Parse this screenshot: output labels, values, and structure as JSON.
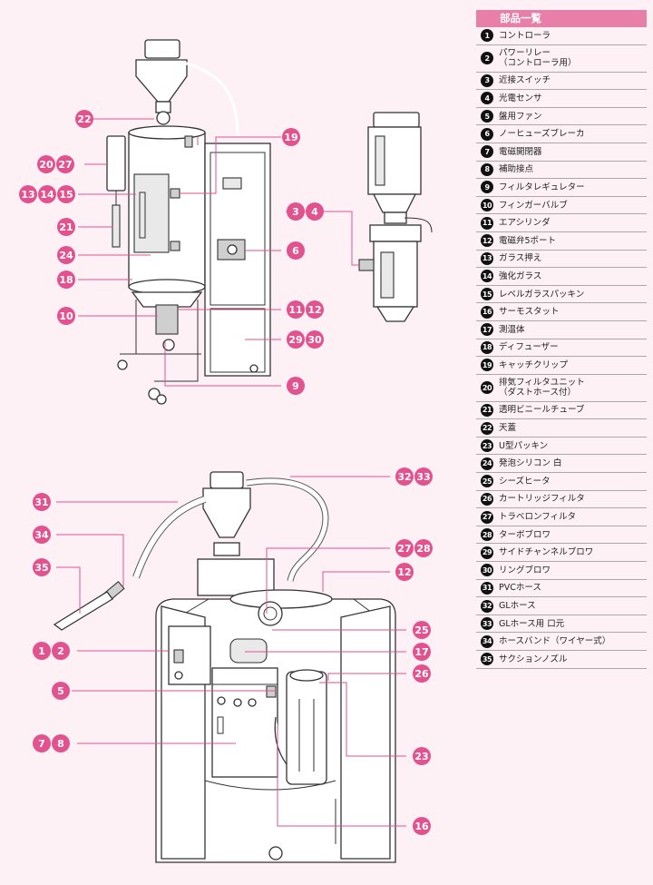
{
  "panel": {
    "title": "部品一覧",
    "parts": [
      {
        "num": "1",
        "label": "コントローラ"
      },
      {
        "num": "2",
        "label": "パワーリレー\n（コントローラ用）"
      },
      {
        "num": "3",
        "label": "近接スイッチ"
      },
      {
        "num": "4",
        "label": "光電センサ"
      },
      {
        "num": "5",
        "label": "盤用ファン"
      },
      {
        "num": "6",
        "label": "ノーヒューズブレーカ"
      },
      {
        "num": "7",
        "label": "電磁開閉器"
      },
      {
        "num": "8",
        "label": "補助接点"
      },
      {
        "num": "9",
        "label": "フィルタレギュレター"
      },
      {
        "num": "10",
        "label": "フィンガーバルブ"
      },
      {
        "num": "11",
        "label": "エアシリンダ"
      },
      {
        "num": "12",
        "label": "電磁弁5ポート"
      },
      {
        "num": "13",
        "label": "ガラス押え"
      },
      {
        "num": "14",
        "label": "強化ガラス"
      },
      {
        "num": "15",
        "label": "レベルガラスパッキン"
      },
      {
        "num": "16",
        "label": "サーモスタット"
      },
      {
        "num": "17",
        "label": "測温体"
      },
      {
        "num": "18",
        "label": "ディフューザー"
      },
      {
        "num": "19",
        "label": "キャッチクリップ"
      },
      {
        "num": "20",
        "label": "排気フィルタユニット\n（ダストホース付）"
      },
      {
        "num": "21",
        "label": "透明ビニールチューブ"
      },
      {
        "num": "22",
        "label": "天蓋"
      },
      {
        "num": "23",
        "label": "U型パッキン"
      },
      {
        "num": "24",
        "label": "発泡シリコン 白"
      },
      {
        "num": "25",
        "label": "シーズヒータ"
      },
      {
        "num": "26",
        "label": "カートリッジフィルタ"
      },
      {
        "num": "27",
        "label": "トラベロンフィルタ"
      },
      {
        "num": "28",
        "label": "ターボブロワ"
      },
      {
        "num": "29",
        "label": "サイドチャンネルブロワ"
      },
      {
        "num": "30",
        "label": "リングブロワ"
      },
      {
        "num": "31",
        "label": "PVCホース"
      },
      {
        "num": "32",
        "label": "GLホース"
      },
      {
        "num": "33",
        "label": "GLホース用 口元"
      },
      {
        "num": "34",
        "label": "ホースバンド（ワイヤー式）"
      },
      {
        "num": "35",
        "label": "サクションノズル"
      }
    ]
  },
  "callouts": [
    {
      "id": "c22",
      "nums": [
        "22"
      ]
    },
    {
      "id": "c19",
      "nums": [
        "19"
      ]
    },
    {
      "id": "c20-27",
      "nums": [
        "20",
        "27"
      ]
    },
    {
      "id": "c13-15",
      "nums": [
        "13",
        "14",
        "15"
      ]
    },
    {
      "id": "c21",
      "nums": [
        "21"
      ]
    },
    {
      "id": "c24",
      "nums": [
        "24"
      ]
    },
    {
      "id": "c18",
      "nums": [
        "18"
      ]
    },
    {
      "id": "c10",
      "nums": [
        "10"
      ]
    },
    {
      "id": "c3-4",
      "nums": [
        "3",
        "4"
      ]
    },
    {
      "id": "c6",
      "nums": [
        "6"
      ]
    },
    {
      "id": "c11-12",
      "nums": [
        "11",
        "12"
      ]
    },
    {
      "id": "c29-30",
      "nums": [
        "29",
        "30"
      ]
    },
    {
      "id": "c9",
      "nums": [
        "9"
      ]
    },
    {
      "id": "c32-33",
      "nums": [
        "32",
        "33"
      ]
    },
    {
      "id": "c31",
      "nums": [
        "31"
      ]
    },
    {
      "id": "c34",
      "nums": [
        "34"
      ]
    },
    {
      "id": "c35",
      "nums": [
        "35"
      ]
    },
    {
      "id": "c27-28",
      "nums": [
        "27",
        "28"
      ]
    },
    {
      "id": "c12b",
      "nums": [
        "12"
      ]
    },
    {
      "id": "c1-2",
      "nums": [
        "1",
        "2"
      ]
    },
    {
      "id": "c25",
      "nums": [
        "25"
      ]
    },
    {
      "id": "c17",
      "nums": [
        "17"
      ]
    },
    {
      "id": "c5",
      "nums": [
        "5"
      ]
    },
    {
      "id": "c26",
      "nums": [
        "26"
      ]
    },
    {
      "id": "c7-8",
      "nums": [
        "7",
        "8"
      ]
    },
    {
      "id": "c23",
      "nums": [
        "23"
      ]
    },
    {
      "id": "c16",
      "nums": [
        "16"
      ]
    }
  ]
}
